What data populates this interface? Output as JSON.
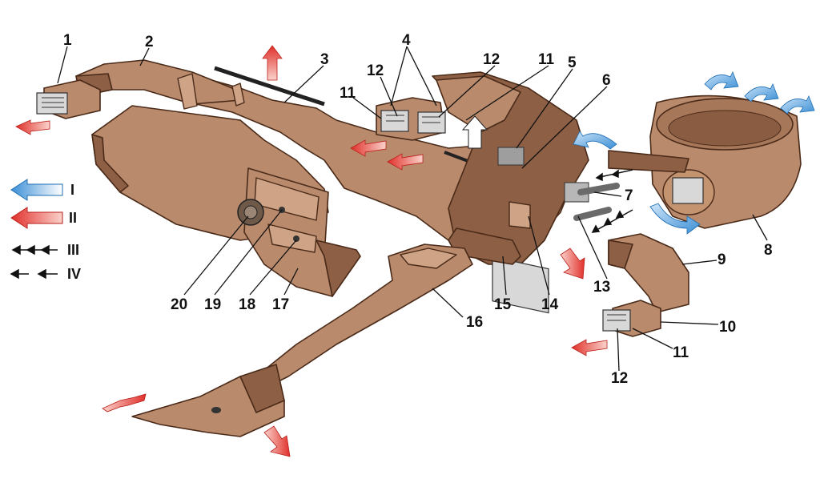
{
  "labels": {
    "p1": "1",
    "p2": "2",
    "p3": "3",
    "p4": "4",
    "p5": "5",
    "p6": "6",
    "p7": "7",
    "p8": "8",
    "p9": "9",
    "p10": "10",
    "p11a": "11",
    "p11b": "11",
    "p11c": "11",
    "p12a": "12",
    "p12b": "12",
    "p12c": "12",
    "p13": "13",
    "p14": "14",
    "p15": "15",
    "p16": "16",
    "p17": "17",
    "p18": "18",
    "p19": "19",
    "p20": "20"
  },
  "legend": [
    {
      "symbol": "blue-arrow",
      "label": "I",
      "color": "#3b8fd6"
    },
    {
      "symbol": "red-arrow",
      "label": "II",
      "color": "#e0302a"
    },
    {
      "symbol": "triple-small-arrow",
      "label": "III",
      "color": "#111111"
    },
    {
      "symbol": "spaced-small-arrow",
      "label": "IV",
      "color": "#111111"
    }
  ],
  "colors": {
    "duct": "#b98a6c",
    "duct_shadow": "#8d5f45",
    "cold_air": "#3b8fd6",
    "warm_air": "#e0302a"
  }
}
